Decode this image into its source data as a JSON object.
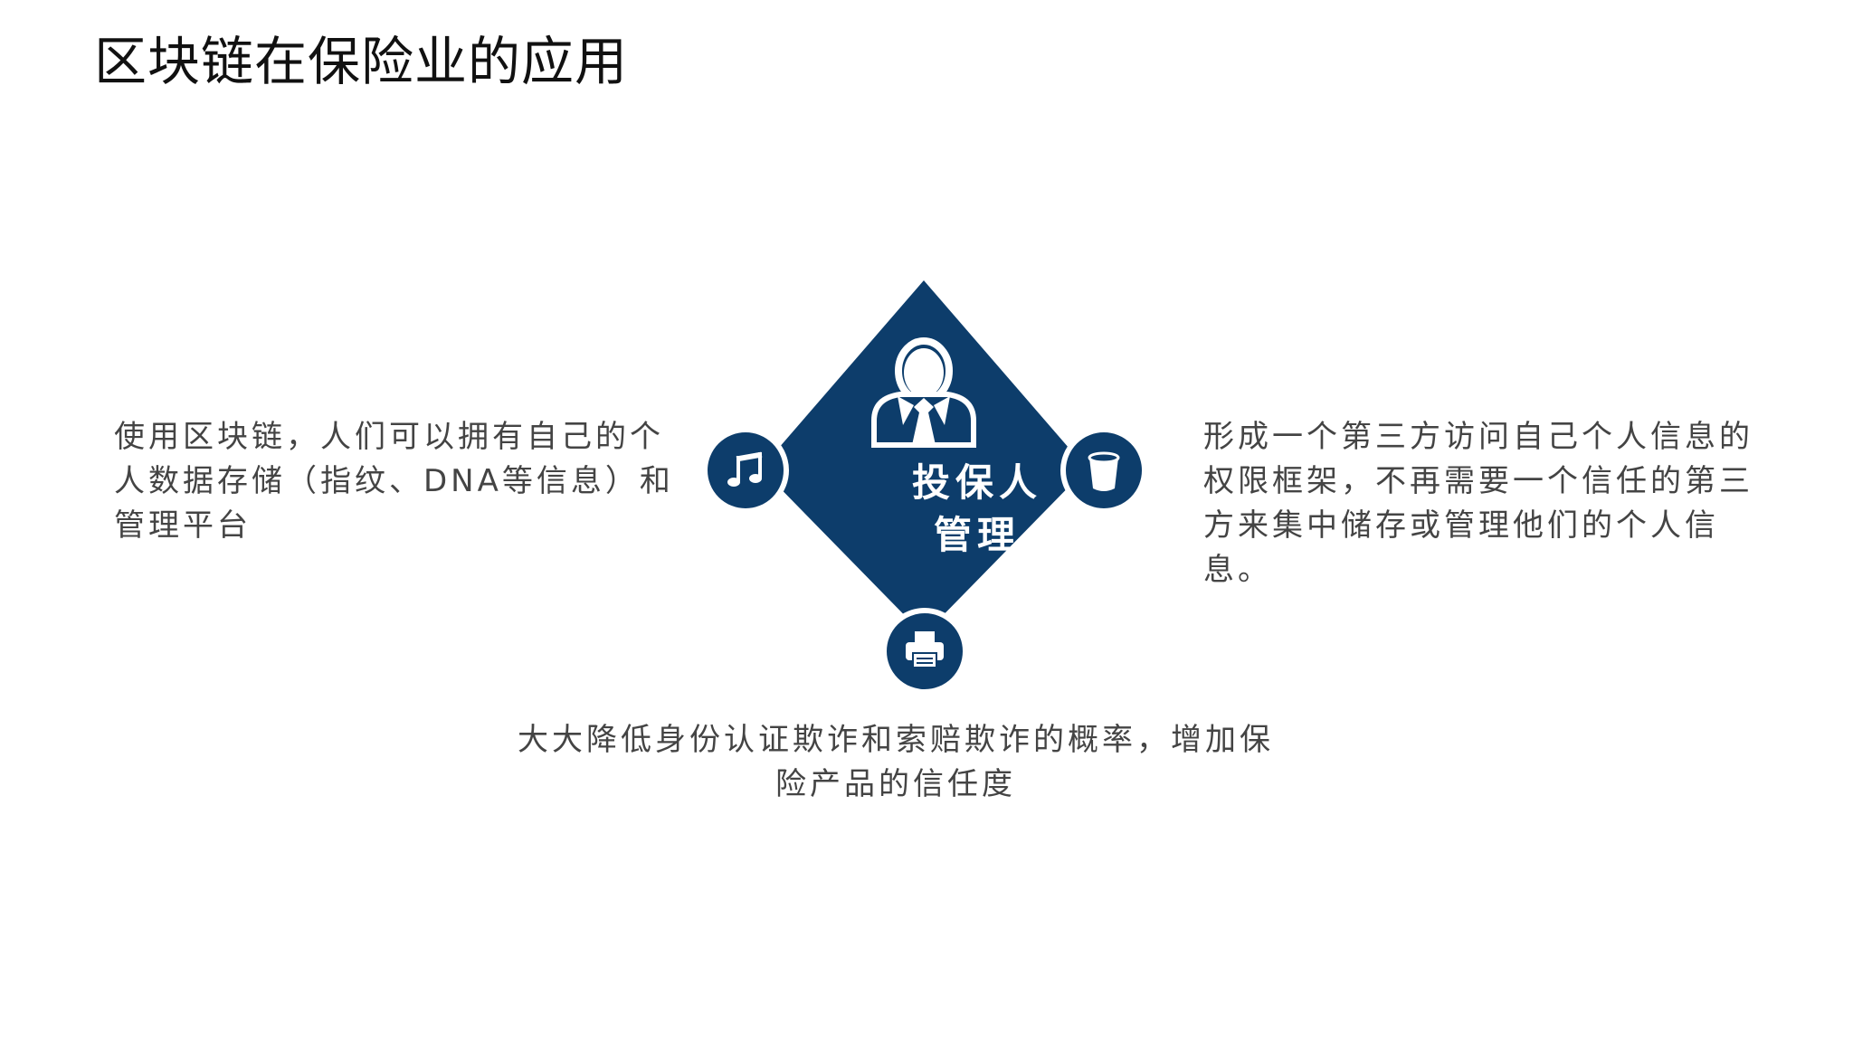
{
  "slide": {
    "title": "区块链在保险业的应用"
  },
  "center": {
    "label": "投保人管理",
    "icon": "person-tie-icon",
    "color": "#0d3d6b"
  },
  "nodes": {
    "left_icon": "music-note-icon",
    "right_icon": "cup-icon",
    "bottom_icon": "printer-icon"
  },
  "left_block": {
    "text": "使用区块链，人们可以拥有自己的个人数据存储（指纹、DNA等信息）和管理平台"
  },
  "right_block": {
    "text": "形成一个第三方访问自己个人信息的权限框架，不再需要一个信任的第三方来集中储存或管理他们的个人信息。"
  },
  "bottom_block": {
    "text": "大大降低身份认证欺诈和索赔欺诈的概率，增加保险产品的信任度"
  }
}
